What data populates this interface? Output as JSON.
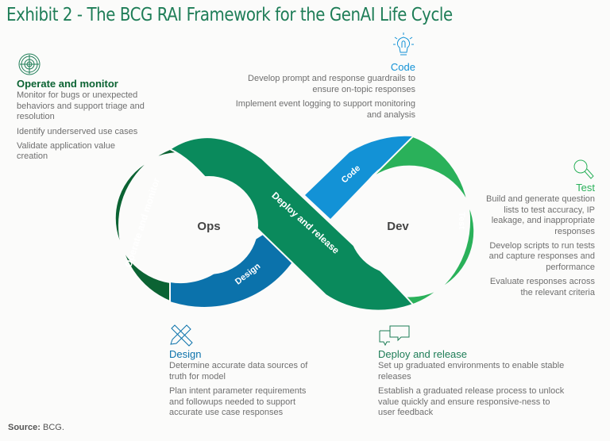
{
  "title": "Exhibit 2 - The BCG RAI Framework for the GenAI Life Cycle",
  "colors": {
    "title": "#1e7d57",
    "operate": "#0b6333",
    "deploy": "#0a8a5c",
    "design": "#0b72ab",
    "code": "#1392d6",
    "test": "#2ab15a",
    "body_text": "#6f6f6f"
  },
  "loop": {
    "left_center": "Ops",
    "right_center": "Dev",
    "segments": {
      "operate": "Operate and monitor",
      "deploy": "Deploy and release",
      "design": "Design",
      "code": "Code",
      "test": "Test"
    }
  },
  "blocks": {
    "operate": {
      "icon": "radar-target-icon",
      "heading": "Operate and monitor",
      "items": [
        "Monitor for bugs or unexpected behaviors and support triage and resolution",
        "Identify underserved use cases",
        "Validate application value creation"
      ]
    },
    "code": {
      "icon": "lightbulb-icon",
      "heading": "Code",
      "items": [
        "Develop prompt and response guardrails to ensure on-topic responses",
        "Implement event logging to support monitoring and analysis"
      ]
    },
    "test": {
      "icon": "magnifier-icon",
      "heading": "Test",
      "items": [
        "Build and generate question lists to test accuracy, IP leakage, and inappropriate responses",
        "Develop scripts to run tests and capture responses and performance",
        "Evaluate responses across the relevant criteria"
      ]
    },
    "design": {
      "icon": "pencil-ruler-icon",
      "heading": "Design",
      "items": [
        "Determine accurate data sources of truth for model",
        "Plan intent parameter requirements and followups needed to support accurate use case responses"
      ]
    },
    "deploy": {
      "icon": "chat-bubbles-icon",
      "heading": "Deploy and release",
      "items": [
        "Set up graduated environments to enable stable releases",
        "Establish a graduated release process to unlock value quickly and ensure responsive-ness to user feedback"
      ]
    }
  },
  "source": {
    "label": "Source:",
    "text": "BCG."
  }
}
